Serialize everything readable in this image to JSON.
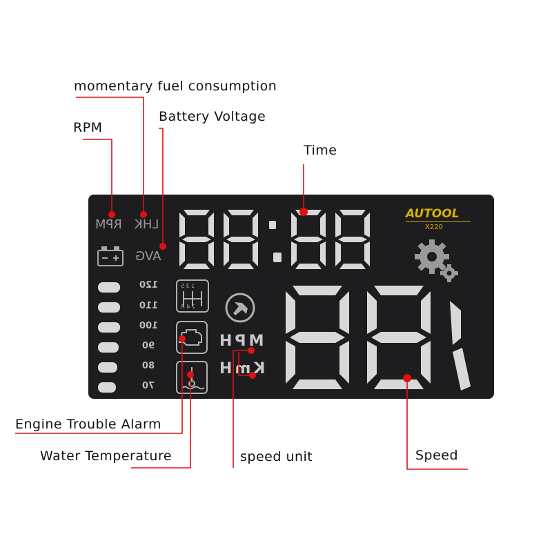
{
  "labels": {
    "momentary_fuel": "momentary fuel consumption",
    "rpm": "RPM",
    "battery_voltage": "Battery Voltage",
    "time": "Time",
    "engine_trouble": "Engine Trouble Alarm",
    "water_temperature": "Water Temperature",
    "speed_unit": "speed unit",
    "speed": "Speed"
  },
  "panel": {
    "rpm_text": "RPM",
    "lhk_text": "LHK",
    "avg_text": "AVG",
    "brand": "AUTOOL",
    "model": "X220",
    "temp_scale": [
      "120",
      "110",
      "100",
      "90",
      "80",
      "70"
    ],
    "gear_top": "1 3 5",
    "gear_bottom": "2 4 R",
    "unit_mph": "MPH",
    "unit_kmh": "KmH"
  },
  "colors": {
    "callout": "#e01010",
    "panel_bg": "#1d1d1f",
    "segment": "#d4d4d4",
    "brand": "#d9b000"
  },
  "icons": [
    "battery-icon",
    "gear-shift-icon",
    "engine-icon",
    "water-temp-icon",
    "wrench-icon",
    "settings-gears-icon"
  ]
}
